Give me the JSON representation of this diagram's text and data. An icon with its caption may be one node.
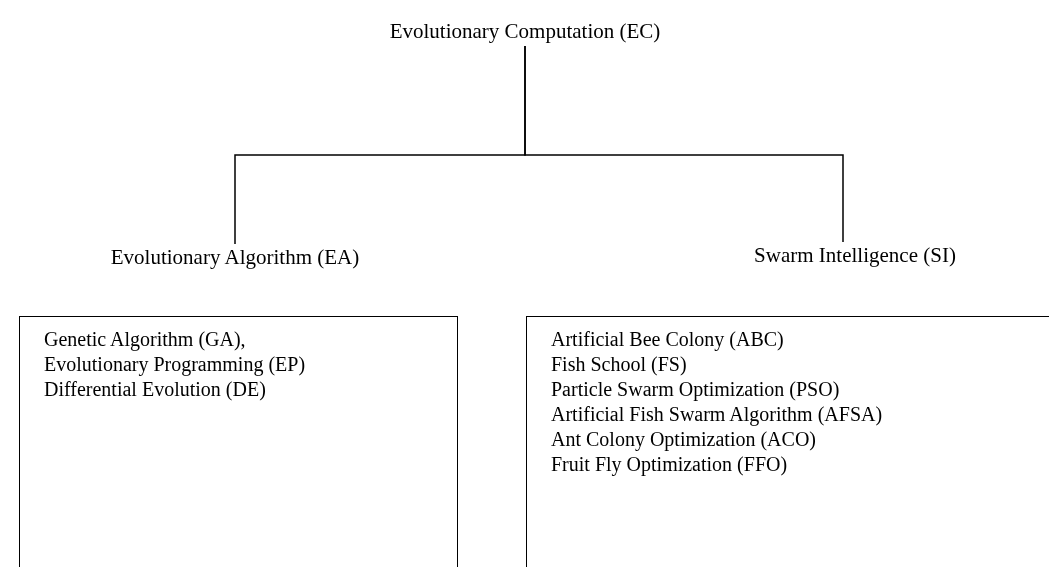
{
  "diagram": {
    "nodes": [
      {
        "text": [
          "Evolutionary Computation (EC)"
        ]
      },
      {
        "text": [
          "Evolutionary Algorithm (EA)"
        ]
      },
      {
        "text": [
          "Swarm Intelligence (SI)"
        ]
      },
      {
        "text": [
          "Genetic Algorithm (GA),",
          "Evolutionary Programming (EP)",
          "Differential Evolution (DE)"
        ]
      },
      {
        "text": [
          "Artificial Bee Colony (ABC)",
          "Fish School (FS)",
          "Particle Swarm Optimization (PSO)",
          "Artificial Fish Swarm Algorithm (AFSA)",
          "Ant Colony Optimization (ACO)",
          "Fruit Fly Optimization (FFO)"
        ]
      }
    ],
    "edges": [
      {
        "from": 0,
        "to": 1,
        "arrow": "none"
      },
      {
        "from": 0,
        "to": 2,
        "arrow": "none"
      }
    ]
  }
}
